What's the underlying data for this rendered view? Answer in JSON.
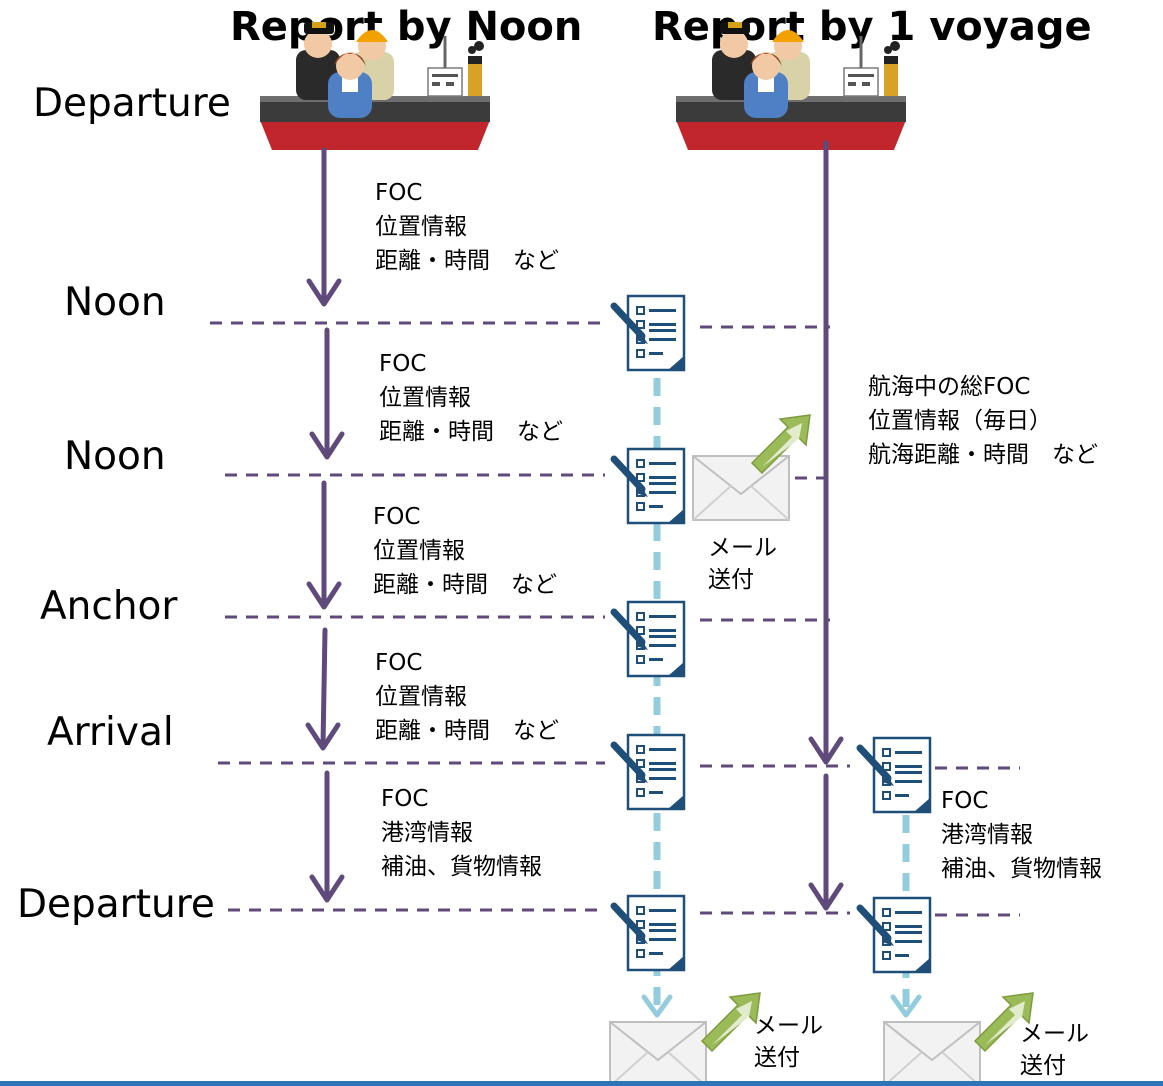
{
  "headers": {
    "left": "Report by Noon",
    "right": "Report by 1 voyage"
  },
  "stages": [
    "Departure",
    "Noon",
    "Noon",
    "Anchor",
    "Arrival",
    "Departure"
  ],
  "noon_notes": [
    [
      "FOC",
      "位置情報",
      "距離・時間　など"
    ],
    [
      "FOC",
      "位置情報",
      "距離・時間　など"
    ],
    [
      "FOC",
      "位置情報",
      "距離・時間　など"
    ],
    [
      "FOC",
      "位置情報",
      "距離・時間　など"
    ],
    [
      "FOC",
      "港湾情報",
      "補油、貨物情報"
    ]
  ],
  "voyage_notes": {
    "during": [
      "航海中の総FOC",
      "位置情報（毎日）",
      "航海距離・時間　など"
    ],
    "port": [
      "FOC",
      "港湾情報",
      "補油、貨物情報"
    ]
  },
  "mail_labels": {
    "middle": [
      "メール",
      "送付"
    ],
    "bottom_left": [
      "メール",
      "送付"
    ],
    "bottom_right": [
      "メール",
      "送付"
    ]
  },
  "icons": {
    "ship": "ship-with-crew-icon",
    "report": "report-document-icon",
    "mail": "envelope-icon",
    "send": "send-arrow-icon"
  },
  "colors": {
    "flow_arrow": "#604a7b",
    "dashed_divider": "#604a7b",
    "report_flow": "#93cddd",
    "send_arrow": "#9bbb59",
    "document_accent": "#1f4e79",
    "hull_red": "#c0262c",
    "hull_dark": "#3b3b3b"
  }
}
